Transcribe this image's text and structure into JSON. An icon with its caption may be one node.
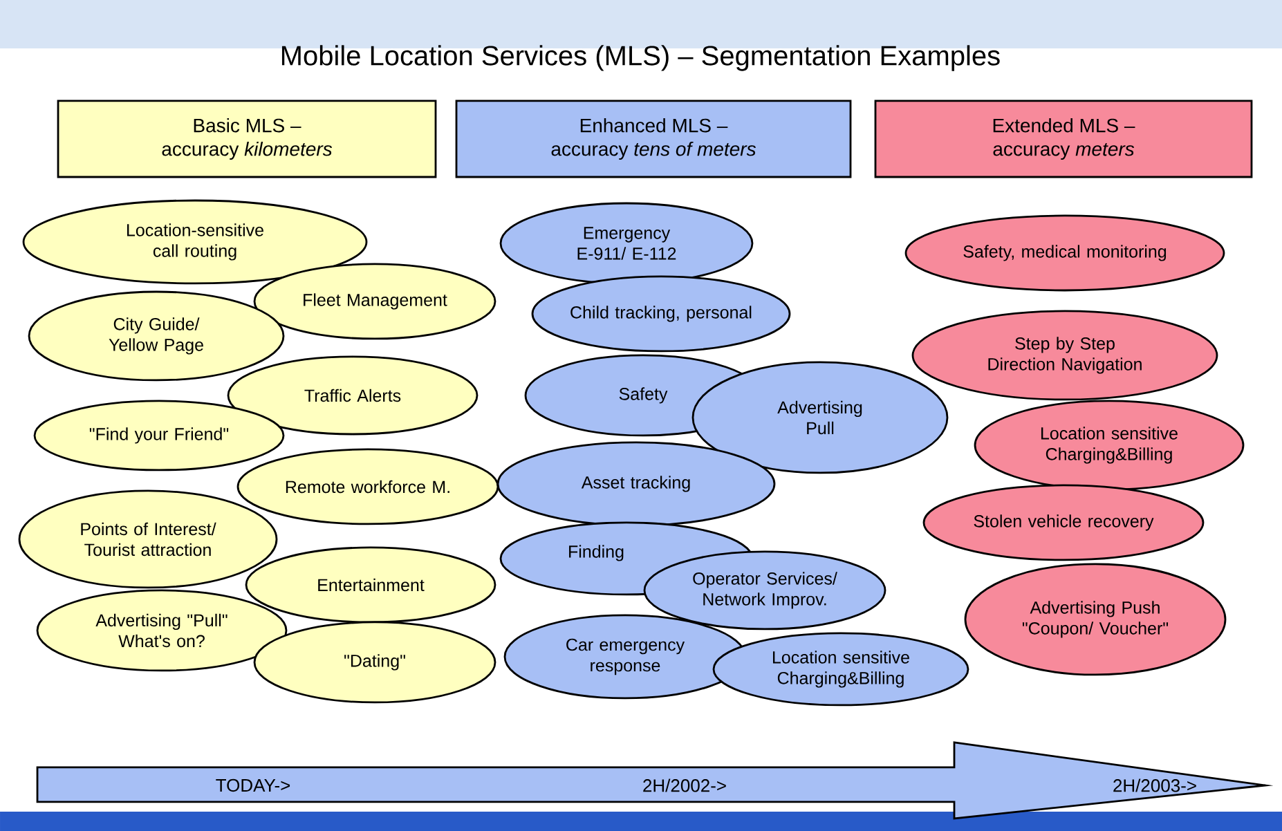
{
  "diagram": {
    "title": "Mobile Location Services (MLS) – Segmentation Examples",
    "nodes": [
      {
        "text": [
          "Basic MLS –",
          "accuracy *kilometers*"
        ]
      },
      {
        "text": [
          "Enhanced MLS –",
          "accuracy *tens of meters*"
        ]
      },
      {
        "text": [
          "Extended MLS –",
          "accuracy *meters*"
        ]
      },
      {
        "text": [
          "Location-sensitive call routing"
        ]
      },
      {
        "text": [
          "Fleet Management"
        ]
      },
      {
        "text": [
          "City Guide/ Yellow Page"
        ]
      },
      {
        "text": [
          "Traffic Alerts"
        ]
      },
      {
        "text": [
          "\"Find your Friend\""
        ]
      },
      {
        "text": [
          "Remote workforce M."
        ]
      },
      {
        "text": [
          "Points of Interest/ Tourist attraction"
        ]
      },
      {
        "text": [
          "Entertainment"
        ]
      },
      {
        "text": [
          "Advertising \"Pull\" What's on?"
        ]
      },
      {
        "text": [
          "\"Dating\""
        ]
      },
      {
        "text": [
          "Emergency E-911/ E-112"
        ]
      },
      {
        "text": [
          "Child tracking, personal"
        ]
      },
      {
        "text": [
          "Safety"
        ]
      },
      {
        "text": [
          "Advertising Pull"
        ]
      },
      {
        "text": [
          "Asset tracking"
        ]
      },
      {
        "text": [
          "Finding"
        ]
      },
      {
        "text": [
          "Operator Services/ Network Improv."
        ]
      },
      {
        "text": [
          "Car emergency response"
        ]
      },
      {
        "text": [
          "Location sensitive Charging&Billing"
        ]
      },
      {
        "text": [
          "Safety, medical monitoring"
        ]
      },
      {
        "text": [
          "Step by Step Direction Navigation"
        ]
      },
      {
        "text": [
          "Location sensitive Charging&Billing"
        ]
      },
      {
        "text": [
          "Stolen vehicle recovery"
        ]
      },
      {
        "text": [
          "Advertising Push \"Coupon/ Voucher\""
        ]
      },
      {
        "text": [
          "TODAY->",
          "2H/2002->",
          "2H/2003->"
        ]
      }
    ]
  }
}
